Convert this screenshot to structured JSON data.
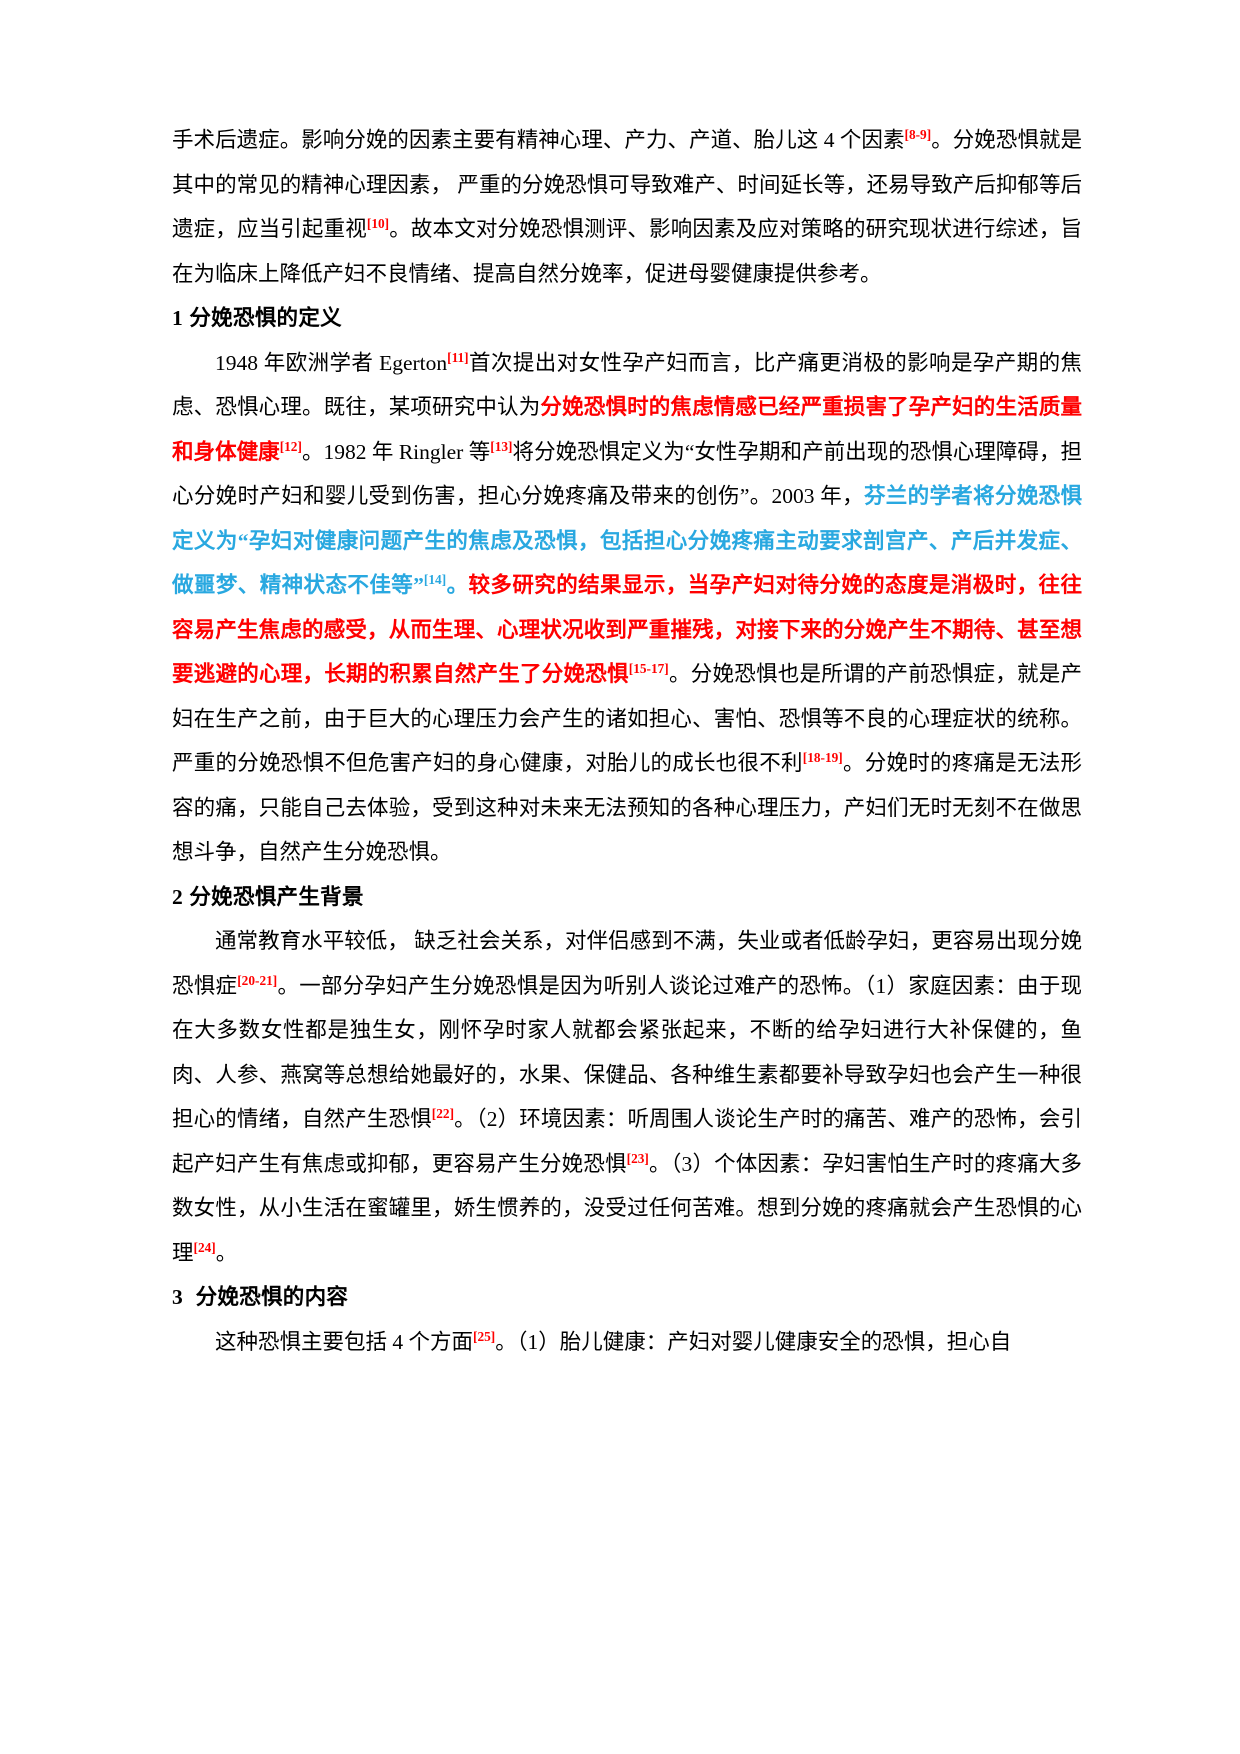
{
  "document": {
    "language": "zh-CN",
    "page_type": "academic-review-article",
    "colors": {
      "text": "#000000",
      "highlight_red": "#ff0000",
      "highlight_blue": "#29a8e0"
    }
  },
  "content": {
    "paragraph_1": {
      "seg_1": "手术后遗症。影响分娩的因素主要有精神心理、产力、产道、胎儿这 4 个因素",
      "ref_1": "[8-9]",
      "seg_2": "。分娩恐惧就是其中的常见的精神心理因素， 严重的分娩恐惧可导致难产、时间延长等，还易导致产后抑郁等后遗症，应当引起重视",
      "ref_2": "[10]",
      "seg_3": "。故本文对分娩恐惧测评、影响因素及应对策略的研究现状进行综述，旨在为临床上降低产妇不良情绪、提高自然分娩率，促进母婴健康提供参考。"
    },
    "heading_1": {
      "number": "1",
      "title": "分娩恐惧的定义"
    },
    "paragraph_2": {
      "seg_1": "1948 年欧洲学者 Egerton",
      "ref_1": "[11]",
      "seg_2": "首次提出对女性孕产妇而言，比产痛更消极的影响是孕产期的焦虑、恐惧心理。既往，某项研究中认为",
      "red_1": "分娩恐惧时的焦虑情感已经严重损害了孕产妇的生活质量和身体健康",
      "ref_2": "[12]",
      "seg_3": "。1982 年 Ringler 等",
      "ref_3": "[13]",
      "seg_4": "将分娩恐惧定义为“女性孕期和产前出现的恐惧心理障碍，担心分娩时产妇和婴儿受到伤害，担心分娩疼痛及带来的创伤”。2003 年，",
      "blue_1": "芬兰的学者将分娩恐惧定义为“孕妇对健康问题产生的焦虑及恐惧，包括担心分娩疼痛主动要求剖宫产、产后并发症、做噩梦、精神状态不佳等”",
      "ref_4": "[14]",
      "seg_5": "。",
      "red_2": "较多研究的结果显示，当孕产妇对待分娩的态度是消极时，往往容易产生焦虑的感受，从而生理、心理状况收到严重摧残，对接下来的分娩产生不期待、甚至想要逃避的心理，长期的积累自然产生了分娩恐惧",
      "ref_5": "[15-17]",
      "seg_6": "。分娩恐惧也是所谓的产前恐惧症，就是产妇在生产之前，由于巨大的心理压力会产生的诸如担心、害怕、恐惧等不良的心理症状的统称。严重的分娩恐惧不但危害产妇的身心健康，对胎儿的成长也很不利",
      "ref_6": "[18-19]",
      "seg_7": "。分娩时的疼痛是无法形容的痛，只能自己去体验，受到这种对未来无法预知的各种心理压力，产妇们无时无刻不在做思想斗争，自然产生分娩恐惧。"
    },
    "heading_2": {
      "number": "2",
      "title": "分娩恐惧产生背景"
    },
    "paragraph_3": {
      "seg_1": "通常教育水平较低， 缺乏社会关系，对伴侣感到不满，失业或者低龄孕妇，更容易出现分娩恐惧症",
      "ref_1": "[20-21]",
      "seg_2": "。一部分孕妇产生分娩恐惧是因为听别人谈论过难产的恐怖。（1）家庭因素：由于现在大多数女性都是独生女，刚怀孕时家人就都会紧张起来，不断的给孕妇进行大补保健的，鱼肉、人参、燕窝等总想给她最好的，水果、保健品、各种维生素都要补导致孕妇也会产生一种很担心的情绪，自然产生恐惧",
      "ref_2": "[22]",
      "seg_3": "。（2）环境因素：听周围人谈论生产时的痛苦、难产的恐怖，会引起产妇产生有焦虑或抑郁，更容易产生分娩恐惧",
      "ref_3": "[23]",
      "seg_4": "。（3）个体因素：孕妇害怕生产时的疼痛大多数女性，从小生活在蜜罐里，娇生惯养的，没受过任何苦难。想到分娩的疼痛就会产生恐惧的心理",
      "ref_4": "[24]",
      "seg_5": "。"
    },
    "heading_3": {
      "number": "3",
      "title": "分娩恐惧的内容"
    },
    "paragraph_4": {
      "seg_1": "这种恐惧主要包括 4 个方面",
      "ref_1": "[25]",
      "seg_2": "。（1）胎儿健康：产妇对婴儿健康安全的恐惧，担心自"
    }
  }
}
